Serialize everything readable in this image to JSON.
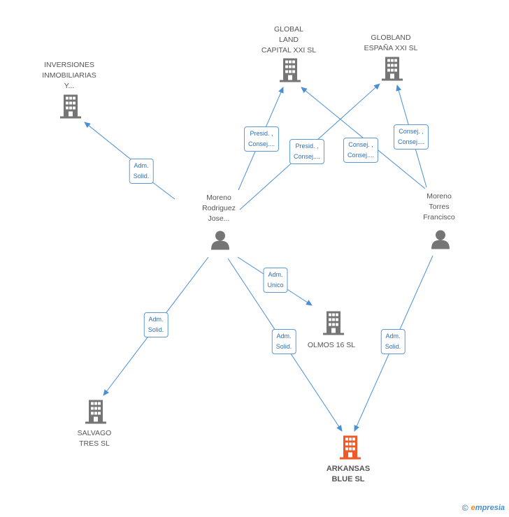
{
  "colors": {
    "edge": "#4a8fd6",
    "building": "#757575",
    "building_main": "#f05a28",
    "person": "#757575"
  },
  "nodes": {
    "inversiones": {
      "label": "INVERSIONES\nINMOBILIARIAS\nY...",
      "icon": "building-icon"
    },
    "global_land": {
      "label": "GLOBAL\nLAND\nCAPITAL XXI SL",
      "icon": "building-icon"
    },
    "globland": {
      "label": "GLOBLAND\nESPAÑA XXI SL",
      "icon": "building-icon"
    },
    "moreno_rodriguez": {
      "label": "Moreno\nRodriguez\nJose...",
      "icon": "person-icon"
    },
    "moreno_torres": {
      "label": "Moreno\nTorres\nFrancisco",
      "icon": "person-icon"
    },
    "olmos": {
      "label": "OLMOS 16 SL",
      "icon": "building-icon"
    },
    "salvago": {
      "label": "SALVAGO\nTRES SL",
      "icon": "building-icon"
    },
    "arkansas": {
      "label": "ARKANSAS\nBLUE SL",
      "icon": "building-icon"
    }
  },
  "edges": {
    "e1": {
      "label": "Adm.\nSolid."
    },
    "e2": {
      "label": "Presid. ,\nConsej...."
    },
    "e3": {
      "label": "Presid. ,\nConsej...."
    },
    "e4": {
      "label": "Consej. ,\nConsej...."
    },
    "e5": {
      "label": "Consej. ,\nConsej...."
    },
    "e6": {
      "label": "Adm.\nUnico"
    },
    "e7": {
      "label": "Adm.\nSolid."
    },
    "e8": {
      "label": "Adm.\nSolid."
    },
    "e9": {
      "label": "Adm.\nSolid."
    }
  },
  "footer": {
    "copyright": "©",
    "brand_e": "e",
    "brand_rest": "mpresia"
  }
}
